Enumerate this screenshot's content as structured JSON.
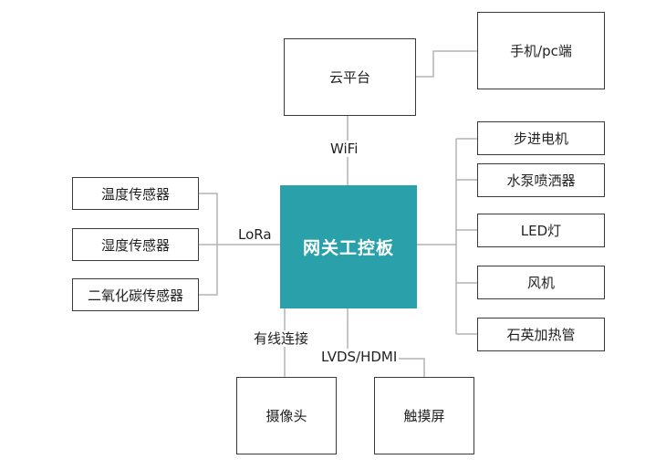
{
  "hub": {
    "label": "网关工控板"
  },
  "cloud": {
    "label": "云平台"
  },
  "phone": {
    "label": "手机/pc端"
  },
  "sensors": [
    {
      "label": "温度传感器"
    },
    {
      "label": "湿度传感器"
    },
    {
      "label": "二氧化碳传感器"
    }
  ],
  "actuators": [
    {
      "label": "步进电机"
    },
    {
      "label": "水泵喷洒器"
    },
    {
      "label": "LED灯"
    },
    {
      "label": "风机"
    },
    {
      "label": "石英加热管"
    }
  ],
  "camera": {
    "label": "摄像头"
  },
  "touchscreen": {
    "label": "触摸屏"
  },
  "links": {
    "wifi": "WiFi",
    "lora": "LoRa",
    "wired": "有线连接",
    "display": "LVDS/HDMI"
  },
  "colors": {
    "hub": "#2aa0aa",
    "wire": "#b3b3b3",
    "border": "#3a3a3a"
  }
}
